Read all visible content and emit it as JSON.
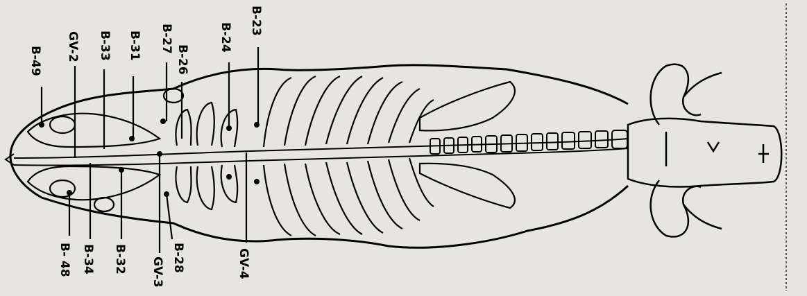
{
  "diagram": {
    "labels": {
      "b49": "B-49",
      "gv2": "GV-2",
      "b33": "B-33",
      "b31": "B-31",
      "b27": "B-27",
      "b26": "B-26",
      "b24": "B-24",
      "b23": "B-23",
      "b48": "B- 48",
      "b34": "B-34",
      "b32": "B-32",
      "gv3": "GV-3",
      "b28": "B-28",
      "gv4": "GV-4"
    },
    "colors": {
      "background": "#e6e5e0",
      "ink": "#000000"
    }
  }
}
